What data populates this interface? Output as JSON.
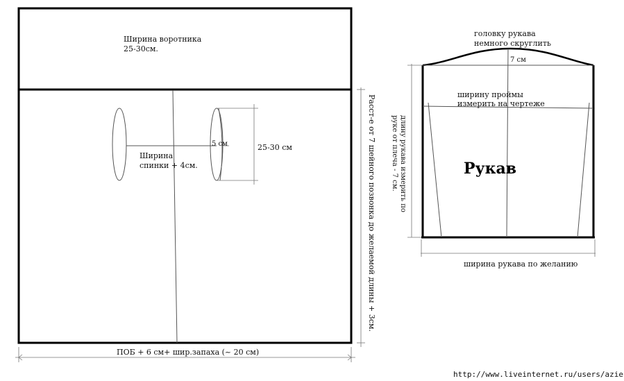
{
  "back_pattern": {
    "collar_width_label": "Ширина воротника",
    "collar_width_value": "25-30см.",
    "back_width_label": "Ширина",
    "back_width_value": "спинки + 4см.",
    "armhole_offset": "5 см",
    "armhole_height": "25-30 см",
    "length_note": "Расст-е от 7 шейного позвонка до желаемой длины + 3см.",
    "bottom_width": "ПОБ + 6 см+ шир.запаха (~ 20 см)"
  },
  "sleeve_pattern": {
    "title": "Рукав",
    "cap_note_line1": "головку рукава",
    "cap_note_line2": "немного скруглить",
    "cap_height": "7 см",
    "armhole_note_line1": "ширину проймы",
    "armhole_note_line2": "измерить на чертеже",
    "length_note_line1": "длину рукава измерить по",
    "length_note_line2": "руке от плеча - 7 см.",
    "bottom_width": "ширина рукава по желанию"
  },
  "watermark": "http://www.liveinternet.ru/users/azienda/"
}
